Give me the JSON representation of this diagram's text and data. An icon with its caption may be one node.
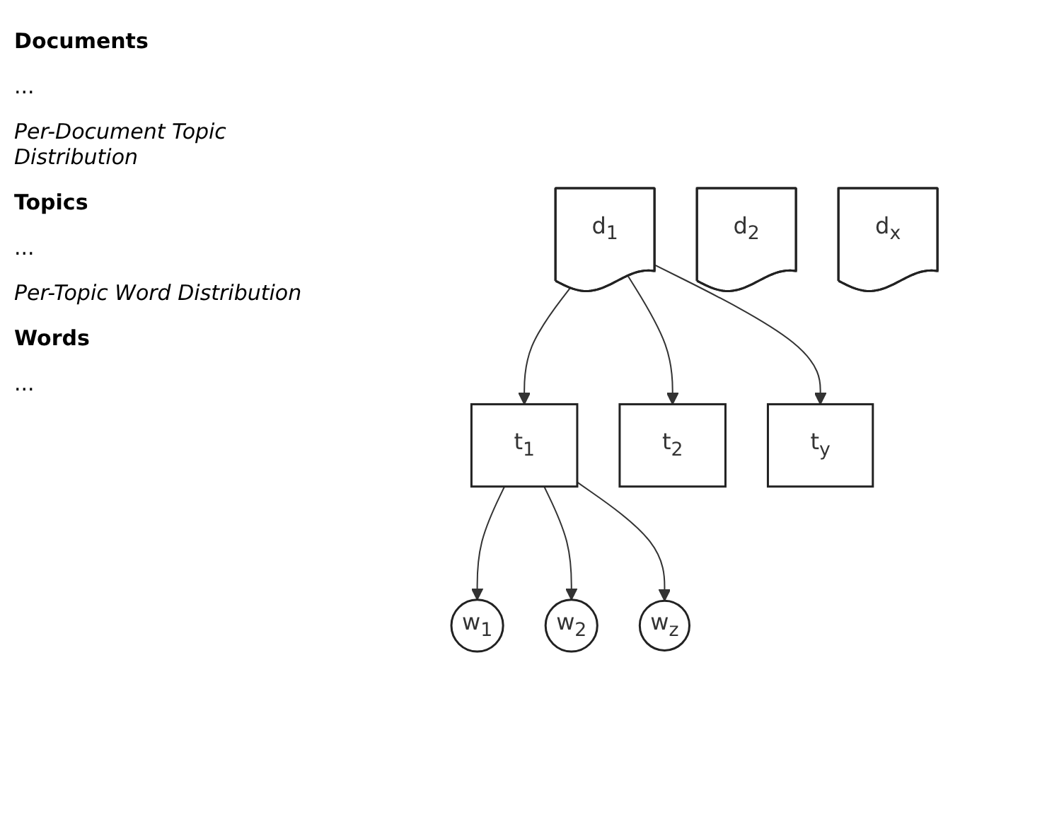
{
  "diagram": {
    "nodes": [
      {
        "text": [
          "d$_{1}$"
        ]
      },
      {
        "text": [
          "d$_{2}$"
        ]
      },
      {
        "text": [
          "d$_{x}$"
        ]
      },
      {
        "text": [
          "t$_{1}$"
        ]
      },
      {
        "text": [
          "t$_{2}$"
        ]
      },
      {
        "text": [
          "t$_{y}$"
        ]
      },
      {
        "text": [
          "w$_{1}$"
        ]
      },
      {
        "text": [
          "w$_{2}$"
        ]
      },
      {
        "text": [
          "w$_{z}$"
        ]
      }
    ],
    "edges": [
      {
        "from": 0,
        "to": 3,
        "arrow": "to"
      },
      {
        "from": 0,
        "to": 4,
        "arrow": "to"
      },
      {
        "from": 0,
        "to": 5,
        "arrow": "to"
      },
      {
        "from": 3,
        "to": 6,
        "arrow": "to"
      },
      {
        "from": 3,
        "to": 7,
        "arrow": "to"
      },
      {
        "from": 3,
        "to": 8,
        "arrow": "to"
      }
    ],
    "labels": [
      "Documents",
      "...",
      "Per-Document Topic Distribution",
      "Topics",
      "...",
      "Per-Topic Word Distribution",
      "Words",
      "..."
    ]
  }
}
